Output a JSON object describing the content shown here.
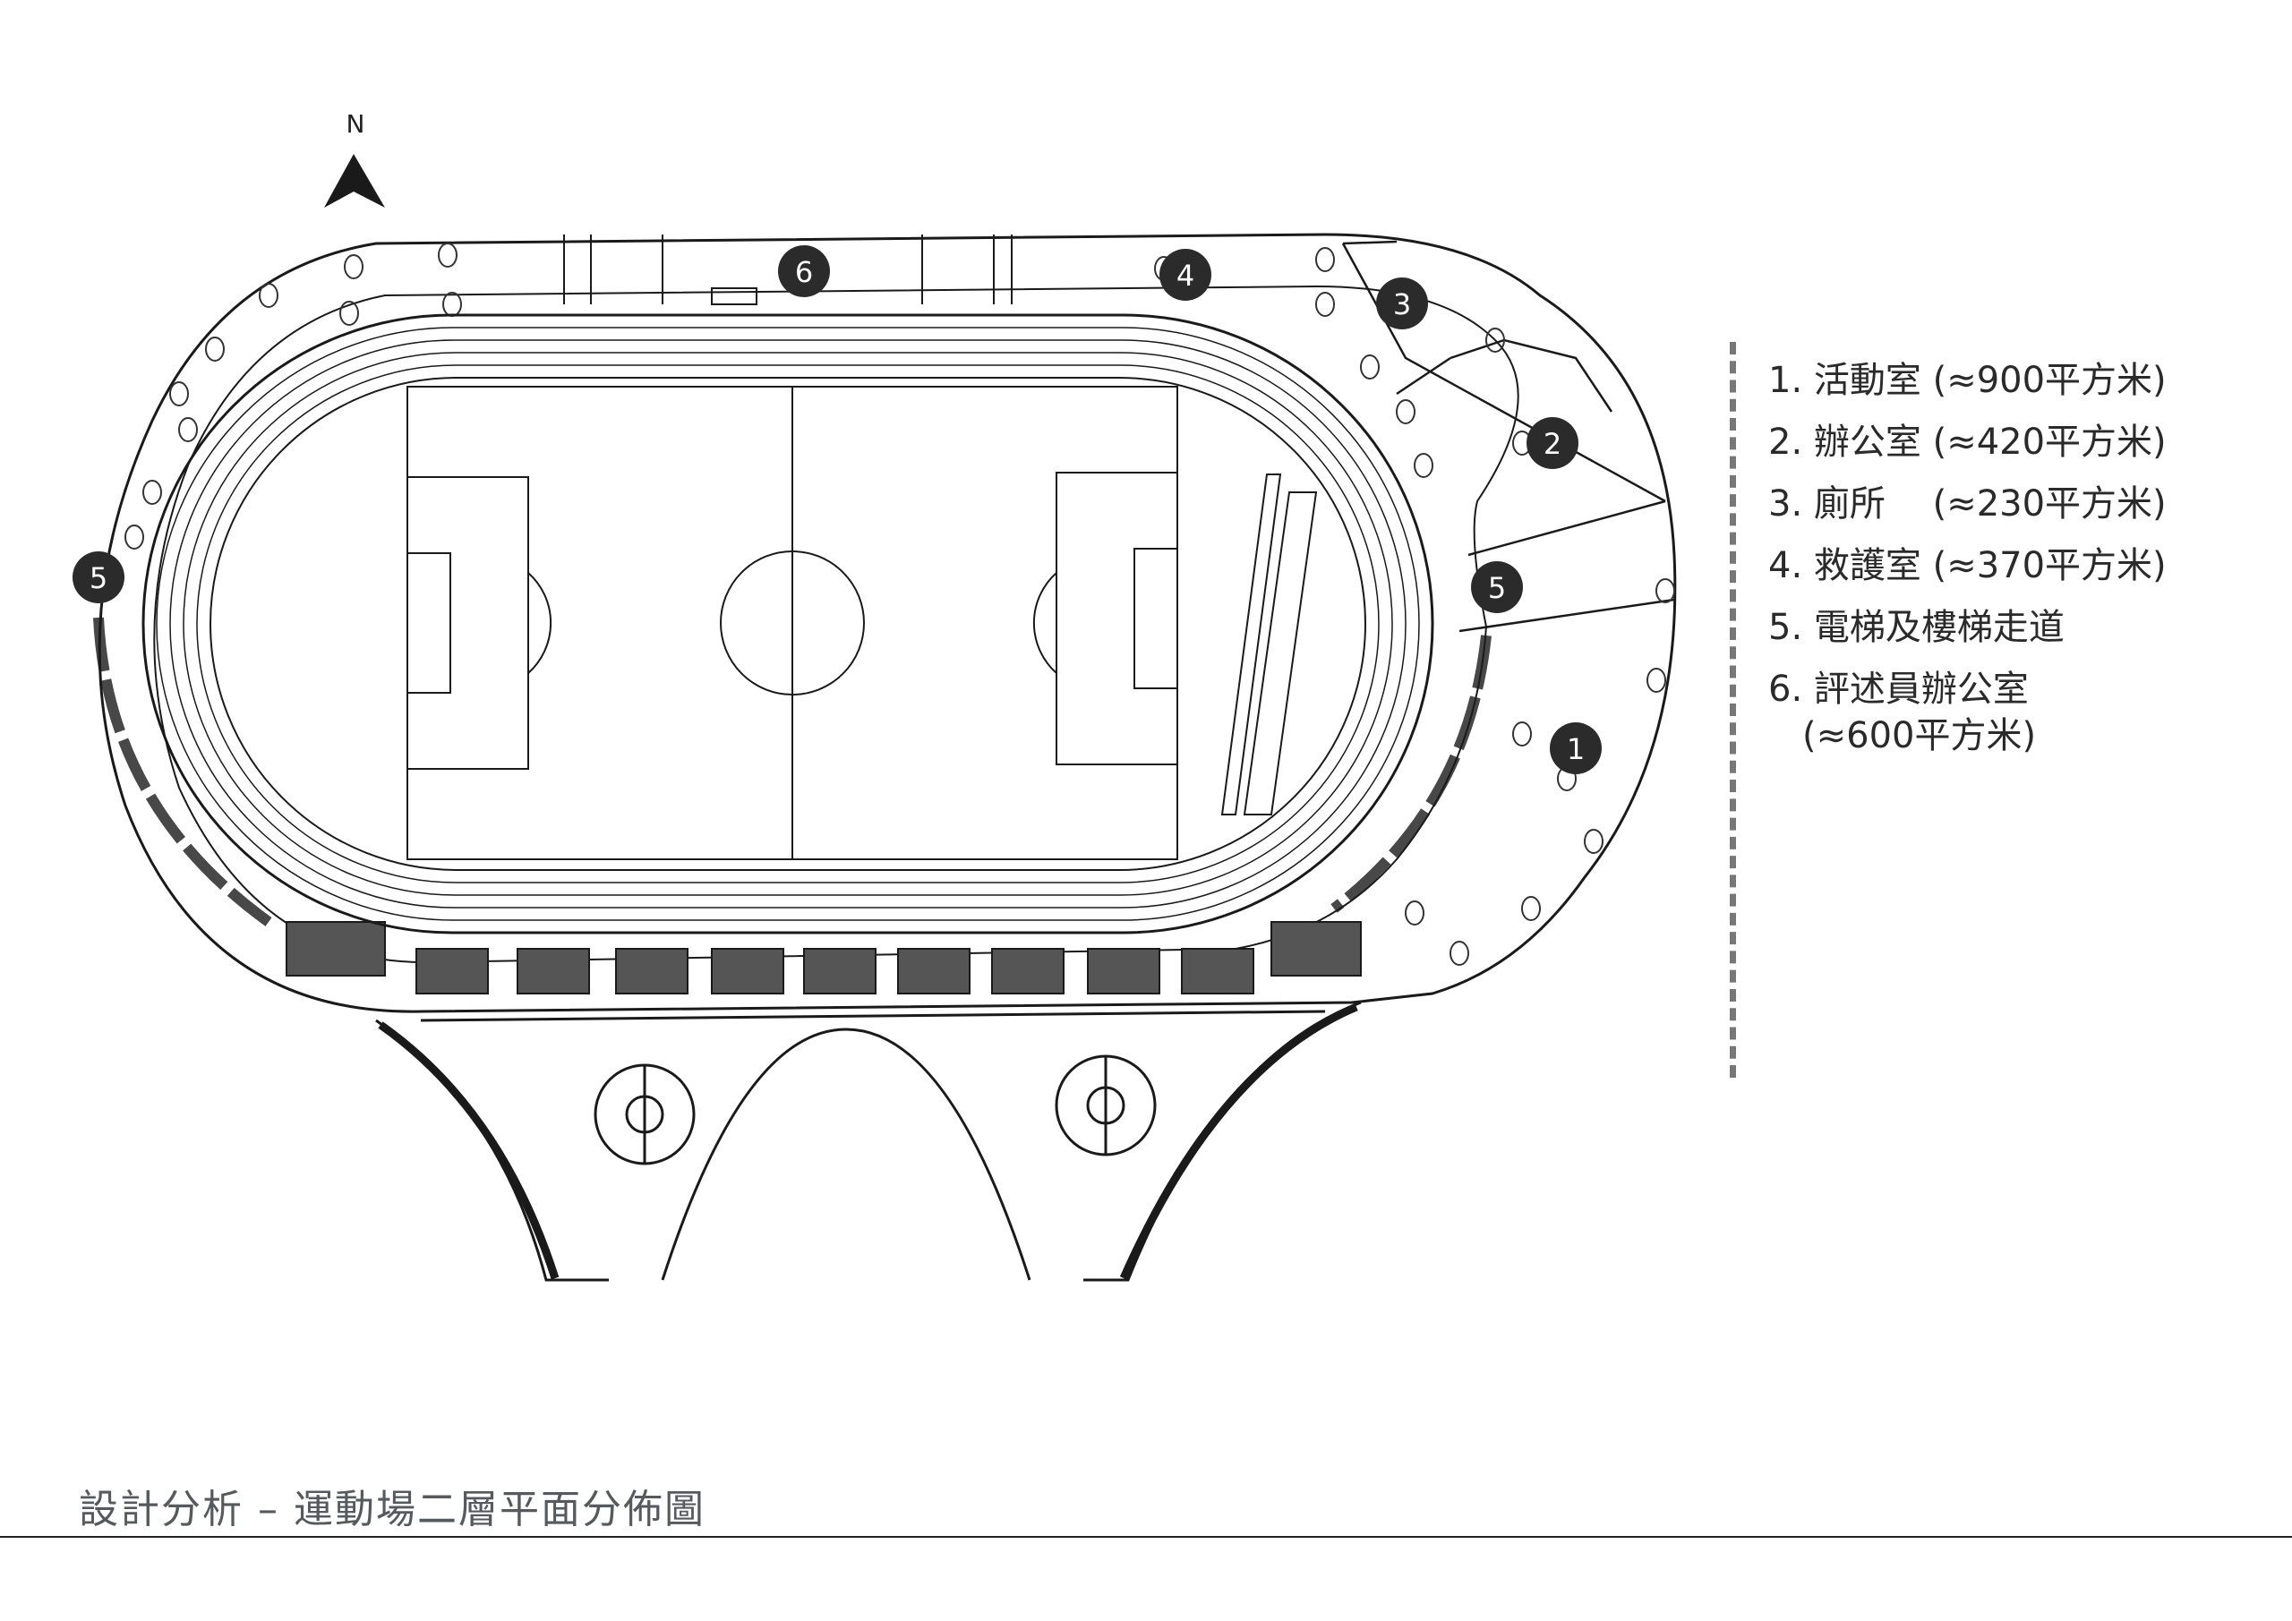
{
  "north": {
    "label": "N"
  },
  "markers": {
    "m1": "1",
    "m2": "2",
    "m3": "3",
    "m4": "4",
    "m5_east": "5",
    "m5_west": "5",
    "m6": "6"
  },
  "legend": {
    "items": [
      {
        "text": "1. 活動室 (≈900平方米)"
      },
      {
        "text": "2. 辦公室 (≈420平方米)"
      },
      {
        "text": "3. 廁所　 (≈230平方米)"
      },
      {
        "text": "4. 救護室 (≈370平方米)"
      },
      {
        "text": "5. 電梯及樓梯走道"
      },
      {
        "text": "6. 評述員辦公室",
        "sub": "(≈600平方米)"
      }
    ]
  },
  "footer": {
    "title": "設計分析 – 運動場二層平面分佈圖"
  },
  "colors": {
    "line": "#1a1a1a",
    "marker_fill": "#2b2b2b",
    "divider": "#777777",
    "footer_text": "#555a5e"
  }
}
